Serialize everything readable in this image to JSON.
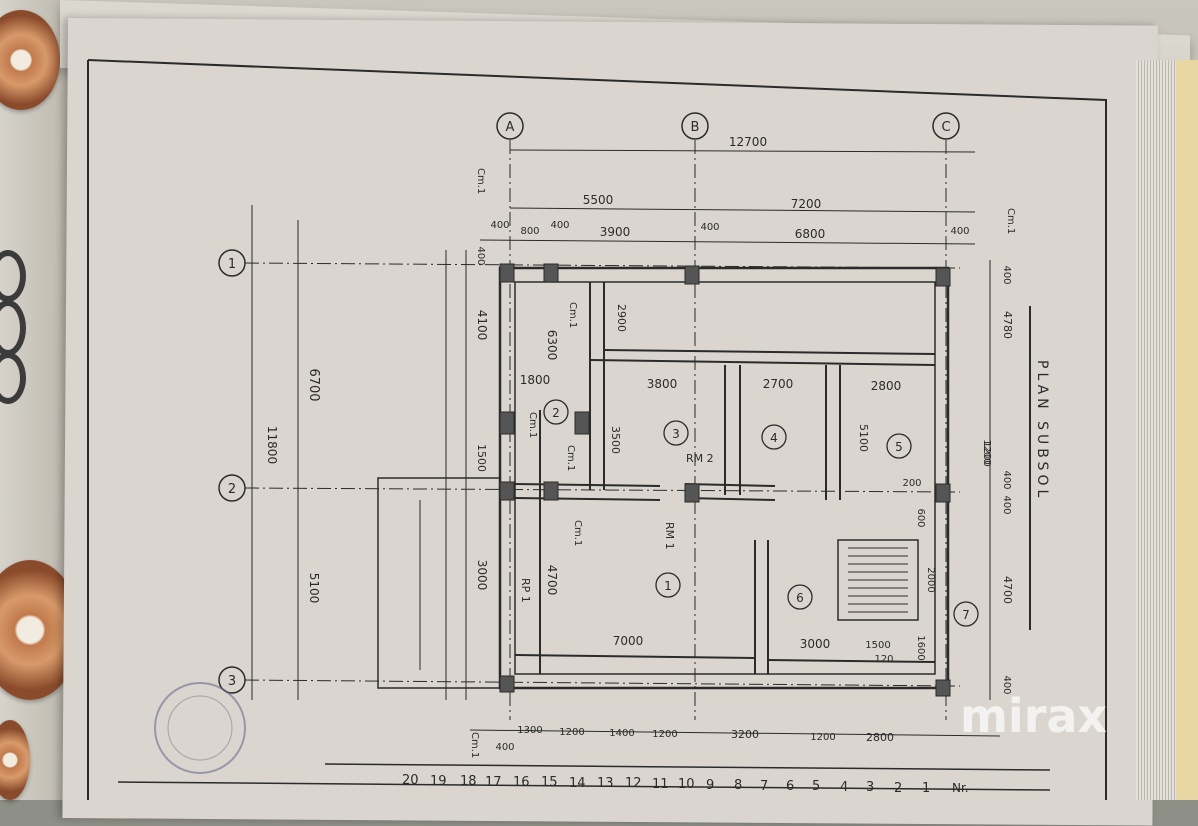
{
  "plan": {
    "title": "PLAN  SUBSOL",
    "axes_letters": [
      "A",
      "B",
      "C"
    ],
    "axes_numbers": [
      "1",
      "2",
      "3"
    ],
    "dims_top": [
      "12700",
      "5500",
      "7200",
      "400",
      "800",
      "400",
      "3900",
      "400",
      "6800",
      "400"
    ],
    "dims_left": [
      "11800",
      "6700",
      "5100",
      "4100",
      "6300",
      "1800",
      "1500",
      "3000",
      "4700",
      "400"
    ],
    "dims_interior": [
      "2900",
      "3800",
      "2700",
      "2800",
      "3500",
      "5100",
      "7000",
      "3000",
      "2000",
      "1500",
      "1600",
      "600",
      "1200",
      "120",
      "200"
    ],
    "dims_right": [
      "4780",
      "1200",
      "400",
      "400",
      "400",
      "4700",
      "400"
    ],
    "dims_bottom": [
      "1300",
      "1200",
      "1400",
      "1200",
      "3200",
      "1200",
      "2800",
      "400"
    ],
    "section_marks": [
      "Cm.1",
      "Cm.1",
      "Cm.1",
      "Cm.1",
      "Cm.1",
      "Cm.1",
      "Cm.1"
    ],
    "labels": [
      "RM 2",
      "RM 1",
      "RP 1"
    ],
    "rooms": [
      "1",
      "2",
      "3",
      "4",
      "5",
      "6",
      "7"
    ],
    "table_numbers": [
      "20",
      "19",
      "18",
      "17",
      "16",
      "15",
      "14",
      "13",
      "12",
      "11",
      "10",
      "9",
      "8",
      "7",
      "6",
      "5",
      "4",
      "3",
      "2",
      "1"
    ],
    "table_header": "Nr."
  },
  "watermark": "mirax"
}
